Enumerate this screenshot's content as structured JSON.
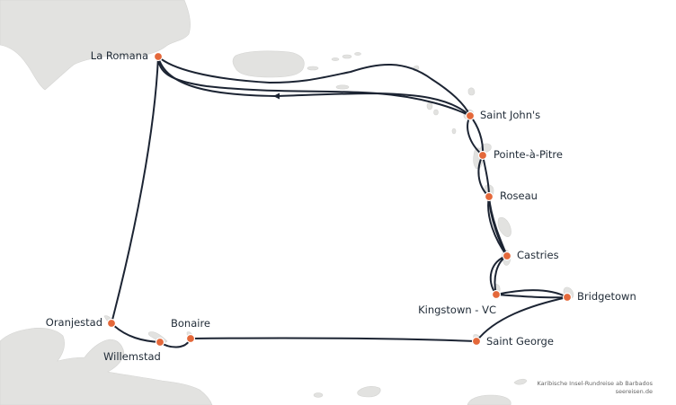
{
  "ports": [
    {
      "id": "la-romana",
      "name": "La Romana"
    },
    {
      "id": "saint-johns",
      "name": "Saint John's"
    },
    {
      "id": "pointe-a-pitre",
      "name": "Pointe-à-Pitre"
    },
    {
      "id": "roseau",
      "name": "Roseau"
    },
    {
      "id": "castries",
      "name": "Castries"
    },
    {
      "id": "bridgetown",
      "name": "Bridgetown"
    },
    {
      "id": "kingstown",
      "name": "Kingstown - VC"
    },
    {
      "id": "saint-george",
      "name": "Saint George"
    },
    {
      "id": "bonaire",
      "name": "Bonaire"
    },
    {
      "id": "willemstad",
      "name": "Willemstad"
    },
    {
      "id": "oranjestad",
      "name": "Oranjestad"
    }
  ],
  "credit": {
    "line1": "Karibische Insel-Rundreise ab Barbados",
    "line2": "seereisen.de"
  },
  "colors": {
    "route": "#1c2433",
    "port": "#e4683a",
    "land": "#e2e2e0",
    "sea": "#ffffff"
  }
}
